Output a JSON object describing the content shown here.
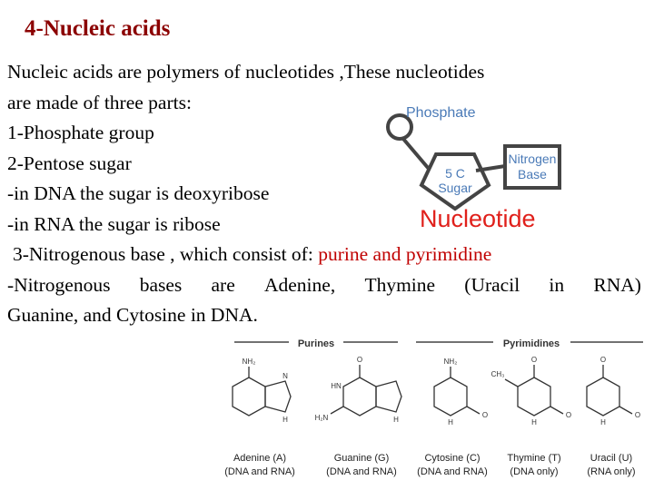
{
  "slide": {
    "title": "4-Nucleic acids",
    "lines": {
      "l1": "Nucleic acids are polymers of nucleotides ,These nucleotides",
      "l2": "are made of three parts:",
      "l3": "1-Phosphate group",
      "l4": "2-Pentose sugar",
      "l5": "-in DNA the sugar is deoxyribose",
      "l6": "-in RNA the sugar is ribose",
      "l7_prefix": "3-Nitrogenous base , which consist of: ",
      "l7_highlight": "purine and pyrimidine",
      "l8_words": [
        "-Nitrogenous",
        "bases",
        "are",
        "Adenine,",
        "Thymine",
        "(Uracil",
        "in",
        "RNA)"
      ],
      "l9": "Guanine, and Cytosine in DNA."
    }
  },
  "nucleotide_diagram": {
    "phosphate_label": "Phosphate",
    "sugar_label_1": "5 C",
    "sugar_label_2": "Sugar",
    "base_label_1": "Nitrogen",
    "base_label_2": "Base",
    "caption": "Nucleotide",
    "caption_color": "#e0201b"
  },
  "bases_figure": {
    "purines_header": "Purines",
    "pyrimidines_header": "Pyrimidines",
    "molecules": [
      {
        "name": "Adenine (A)",
        "note": "(DNA and RNA)"
      },
      {
        "name": "Guanine (G)",
        "note": "(DNA and RNA)"
      },
      {
        "name": "Cytosine (C)",
        "note": "(DNA and RNA)"
      },
      {
        "name": "Thymine (T)",
        "note": "(DNA only)"
      },
      {
        "name": "Uracil (U)",
        "note": "(RNA only)"
      }
    ],
    "atoms": {
      "nh2": "NH₂",
      "o": "O",
      "n": "N",
      "h": "H",
      "hn": "HN",
      "h2n": "H₂N",
      "ch3": "CH₃"
    }
  }
}
